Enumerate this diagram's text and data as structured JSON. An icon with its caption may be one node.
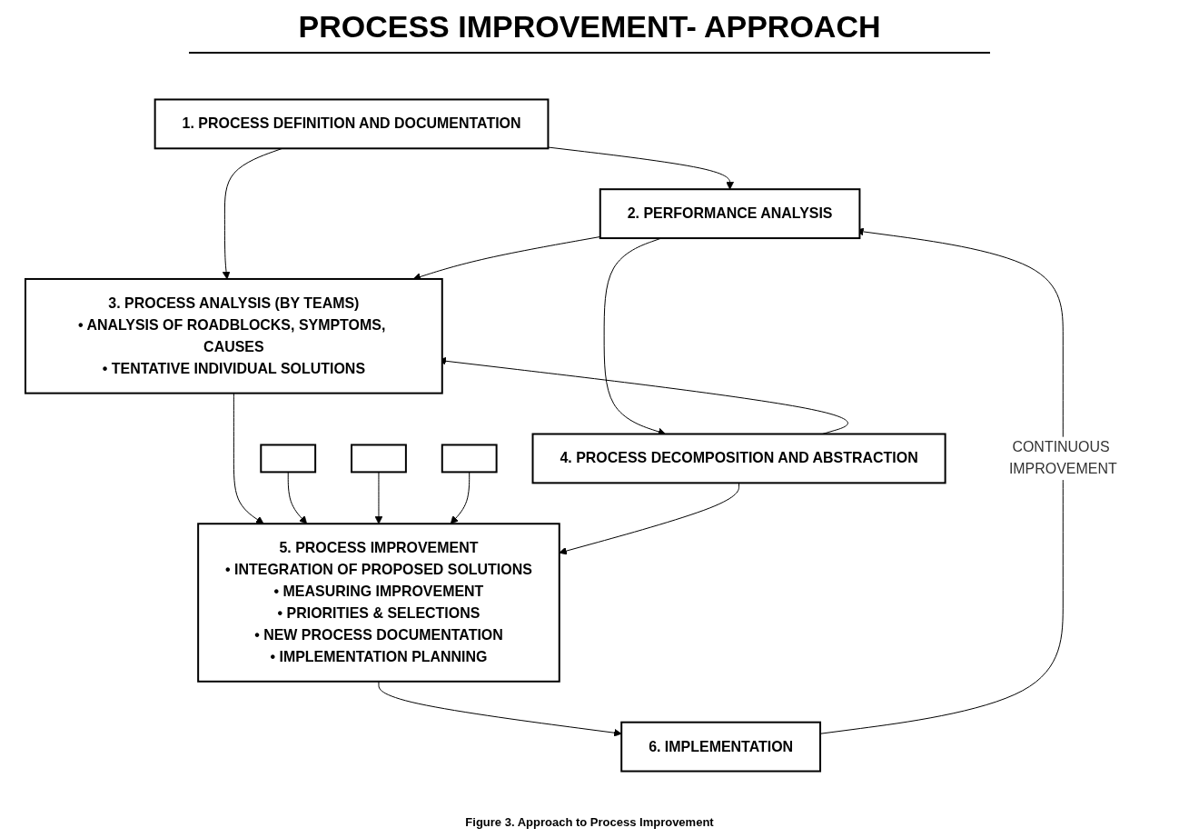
{
  "diagram": {
    "title": "PROCESS IMPROVEMENT- APPROACH",
    "caption": "Figure 3. Approach to Process Improvement",
    "nodes": [
      {
        "text": [
          "1. PROCESS DEFINITION AND DOCUMENTATION"
        ]
      },
      {
        "text": [
          "2. PERFORMANCE ANALYSIS"
        ]
      },
      {
        "text": [
          "3. PROCESS ANALYSIS (BY TEAMS)",
          "• ANALYSIS OF ROADBLOCKS, SYMPTOMS, CAUSES",
          "• TENTATIVE INDIVIDUAL SOLUTIONS"
        ]
      },
      {
        "text": [],
        "shape": "box"
      },
      {
        "text": [],
        "shape": "box"
      },
      {
        "text": [],
        "shape": "box"
      },
      {
        "text": [
          "4. PROCESS DECOMPOSITION AND ABSTRACTION"
        ]
      },
      {
        "text": [
          "5. PROCESS IMPROVEMENT",
          "• INTEGRATION OF PROPOSED SOLUTIONS",
          "• MEASURING IMPROVEMENT",
          "• PRIORITIES & SELECTIONS",
          "• NEW PROCESS DOCUMENTATION",
          "• IMPLEMENTATION PLANNING"
        ]
      },
      {
        "text": [
          "6. IMPLEMENTATION"
        ]
      }
    ],
    "edges": [
      {
        "from": 0,
        "to": 2,
        "arrow": "to"
      },
      {
        "from": 0,
        "to": 1,
        "arrow": "to"
      },
      {
        "from": 1,
        "to": 2,
        "arrow": "to"
      },
      {
        "from": 1,
        "to": 6,
        "arrow": "to"
      },
      {
        "from": 6,
        "to": 2,
        "arrow": "to"
      },
      {
        "from": 2,
        "to": 7,
        "arrow": "to"
      },
      {
        "from": 3,
        "to": 7,
        "arrow": "to"
      },
      {
        "from": 4,
        "to": 7,
        "arrow": "to"
      },
      {
        "from": 5,
        "to": 7,
        "arrow": "to"
      },
      {
        "from": 6,
        "to": 7,
        "arrow": "to"
      },
      {
        "from": 7,
        "to": 8,
        "arrow": "to"
      },
      {
        "from": 8,
        "to": 1,
        "label": "CONTINUOUS IMPROVEMENT",
        "arrow": "to"
      }
    ]
  }
}
